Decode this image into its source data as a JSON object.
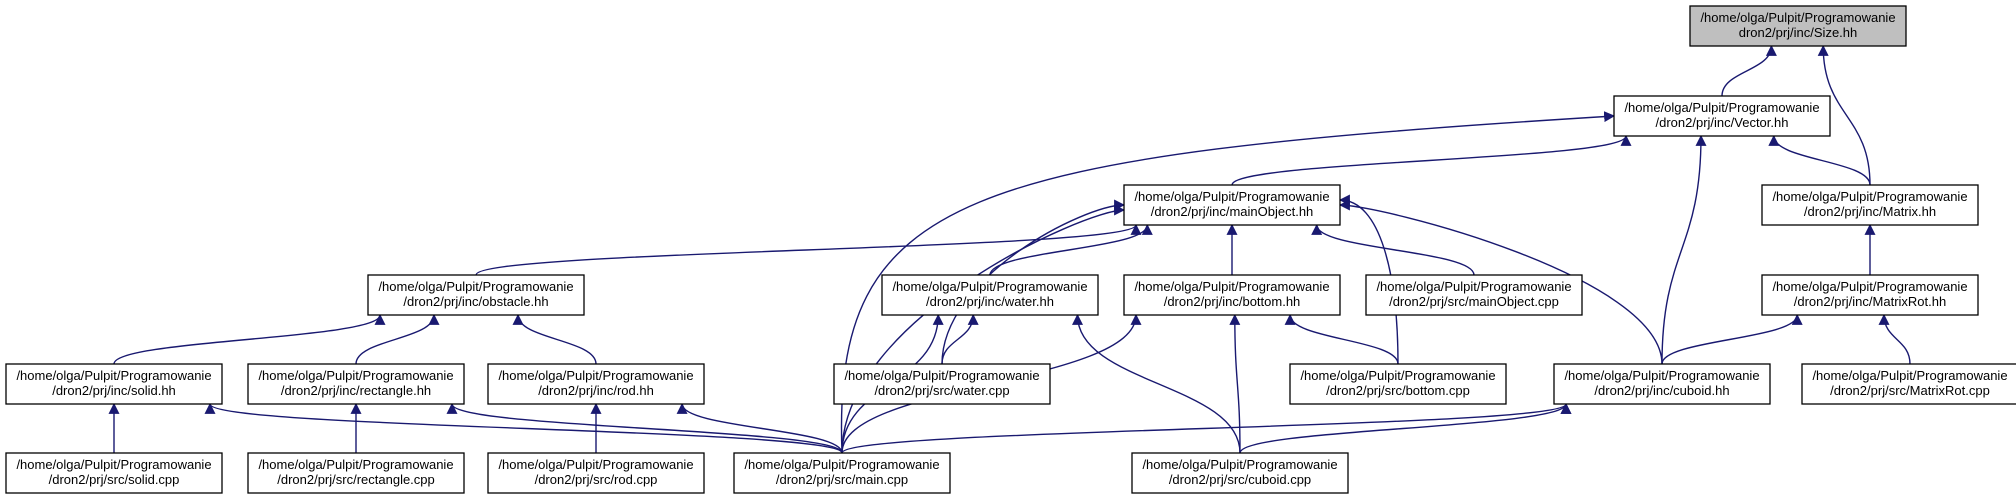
{
  "colors": {
    "edge": "#191970",
    "node_fill": "#ffffff",
    "root_fill": "#bfbfbf",
    "border": "#000000"
  },
  "nodes": [
    {
      "id": "size_hh",
      "lines": [
        "/home/olga/Pulpit/Programowanie",
        "dron2/prj/inc/Size.hh"
      ],
      "root": true
    },
    {
      "id": "vector_hh",
      "lines": [
        "/home/olga/Pulpit/Programowanie",
        "/dron2/prj/inc/Vector.hh"
      ]
    },
    {
      "id": "mainobject_hh",
      "lines": [
        "/home/olga/Pulpit/Programowanie",
        "/dron2/prj/inc/mainObject.hh"
      ]
    },
    {
      "id": "matrix_hh",
      "lines": [
        "/home/olga/Pulpit/Programowanie",
        "/dron2/prj/inc/Matrix.hh"
      ]
    },
    {
      "id": "obstacle_hh",
      "lines": [
        "/home/olga/Pulpit/Programowanie",
        "/dron2/prj/inc/obstacle.hh"
      ]
    },
    {
      "id": "water_hh",
      "lines": [
        "/home/olga/Pulpit/Programowanie",
        "/dron2/prj/inc/water.hh"
      ]
    },
    {
      "id": "bottom_hh",
      "lines": [
        "/home/olga/Pulpit/Programowanie",
        "/dron2/prj/inc/bottom.hh"
      ]
    },
    {
      "id": "mainobject_cpp",
      "lines": [
        "/home/olga/Pulpit/Programowanie",
        "/dron2/prj/src/mainObject.cpp"
      ]
    },
    {
      "id": "matrixrot_hh",
      "lines": [
        "/home/olga/Pulpit/Programowanie",
        "/dron2/prj/inc/MatrixRot.hh"
      ]
    },
    {
      "id": "solid_hh",
      "lines": [
        "/home/olga/Pulpit/Programowanie",
        "/dron2/prj/inc/solid.hh"
      ]
    },
    {
      "id": "rectangle_hh",
      "lines": [
        "/home/olga/Pulpit/Programowanie",
        "/dron2/prj/inc/rectangle.hh"
      ]
    },
    {
      "id": "rod_hh",
      "lines": [
        "/home/olga/Pulpit/Programowanie",
        "/dron2/prj/inc/rod.hh"
      ]
    },
    {
      "id": "water_cpp",
      "lines": [
        "/home/olga/Pulpit/Programowanie",
        "/dron2/prj/src/water.cpp"
      ]
    },
    {
      "id": "bottom_cpp",
      "lines": [
        "/home/olga/Pulpit/Programowanie",
        "/dron2/prj/src/bottom.cpp"
      ]
    },
    {
      "id": "cuboid_hh",
      "lines": [
        "/home/olga/Pulpit/Programowanie",
        "/dron2/prj/inc/cuboid.hh"
      ]
    },
    {
      "id": "matrixrot_cpp",
      "lines": [
        "/home/olga/Pulpit/Programowanie",
        "/dron2/prj/src/MatrixRot.cpp"
      ]
    },
    {
      "id": "solid_cpp",
      "lines": [
        "/home/olga/Pulpit/Programowanie",
        "/dron2/prj/src/solid.cpp"
      ]
    },
    {
      "id": "rectangle_cpp",
      "lines": [
        "/home/olga/Pulpit/Programowanie",
        "/dron2/prj/src/rectangle.cpp"
      ]
    },
    {
      "id": "rod_cpp",
      "lines": [
        "/home/olga/Pulpit/Programowanie",
        "/dron2/prj/src/rod.cpp"
      ]
    },
    {
      "id": "main_cpp",
      "lines": [
        "/home/olga/Pulpit/Programowanie",
        "/dron2/prj/src/main.cpp"
      ]
    },
    {
      "id": "cuboid_cpp",
      "lines": [
        "/home/olga/Pulpit/Programowanie",
        "/dron2/prj/src/cuboid.cpp"
      ]
    }
  ],
  "edges": [
    {
      "from": "vector_hh",
      "to": "size_hh"
    },
    {
      "from": "matrix_hh",
      "to": "size_hh"
    },
    {
      "from": "mainobject_hh",
      "to": "vector_hh"
    },
    {
      "from": "main_cpp",
      "to": "vector_hh"
    },
    {
      "from": "matrix_hh",
      "to": "vector_hh"
    },
    {
      "from": "cuboid_hh",
      "to": "vector_hh"
    },
    {
      "from": "obstacle_hh",
      "to": "mainobject_hh"
    },
    {
      "from": "water_hh",
      "to": "mainobject_hh"
    },
    {
      "from": "bottom_hh",
      "to": "mainobject_hh"
    },
    {
      "from": "mainobject_cpp",
      "to": "mainobject_hh"
    },
    {
      "from": "water_cpp",
      "to": "mainobject_hh"
    },
    {
      "from": "main_cpp",
      "to": "mainobject_hh"
    },
    {
      "from": "bottom_cpp",
      "to": "mainobject_hh"
    },
    {
      "from": "cuboid_hh",
      "to": "mainobject_hh"
    },
    {
      "from": "matrixrot_hh",
      "to": "matrix_hh"
    },
    {
      "from": "solid_hh",
      "to": "obstacle_hh"
    },
    {
      "from": "rectangle_hh",
      "to": "obstacle_hh"
    },
    {
      "from": "rod_hh",
      "to": "obstacle_hh"
    },
    {
      "from": "water_cpp",
      "to": "water_hh"
    },
    {
      "from": "main_cpp",
      "to": "water_hh"
    },
    {
      "from": "cuboid_cpp",
      "to": "water_hh"
    },
    {
      "from": "main_cpp",
      "to": "bottom_hh"
    },
    {
      "from": "bottom_cpp",
      "to": "bottom_hh"
    },
    {
      "from": "cuboid_cpp",
      "to": "bottom_hh"
    },
    {
      "from": "cuboid_hh",
      "to": "matrixrot_hh"
    },
    {
      "from": "matrixrot_cpp",
      "to": "matrixrot_hh"
    },
    {
      "from": "solid_cpp",
      "to": "solid_hh"
    },
    {
      "from": "main_cpp",
      "to": "solid_hh"
    },
    {
      "from": "rectangle_cpp",
      "to": "rectangle_hh"
    },
    {
      "from": "main_cpp",
      "to": "rectangle_hh"
    },
    {
      "from": "rod_cpp",
      "to": "rod_hh"
    },
    {
      "from": "main_cpp",
      "to": "rod_hh"
    },
    {
      "from": "main_cpp",
      "to": "cuboid_hh"
    },
    {
      "from": "cuboid_cpp",
      "to": "cuboid_hh"
    }
  ]
}
